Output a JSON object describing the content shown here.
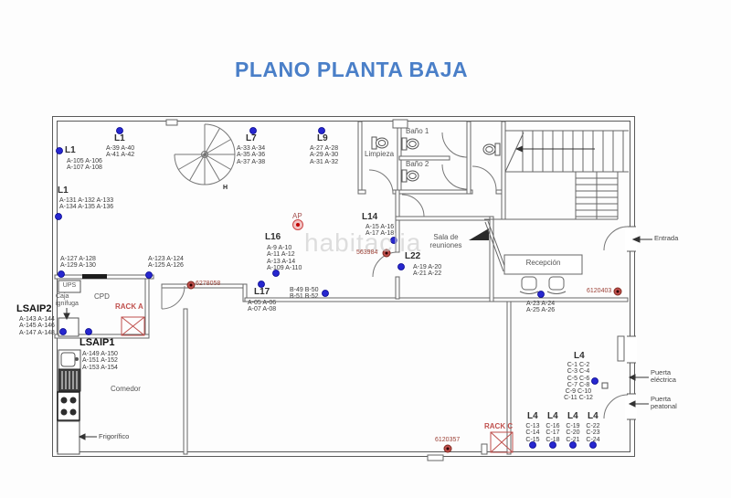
{
  "title": "PLANO PLANTA BAJA",
  "watermark": "habitaclia",
  "colors": {
    "accent": "#4a7fc8",
    "point_blue": "#2727cf",
    "marker_red": "#a03c32",
    "rack_red": "#c0504d"
  },
  "points": {
    "l1a": {
      "title": "L1",
      "lines": "A-105 A-106\nA-107 A-108"
    },
    "l1b": {
      "title": "L1",
      "lines": "A-39 A-40\nA-41 A-42"
    },
    "l1c": {
      "title": "L1",
      "lines": "A-131 A-132 A-133\nA-134 A-135 A-136"
    },
    "l7": {
      "title": "L7",
      "lines": "A-33 A-34\nA-35 A-36\nA-37 A-38"
    },
    "l9": {
      "title": "L9",
      "lines": "A-27 A-28\nA-29 A-30\nA-31 A-32"
    },
    "a127": {
      "lines": "A-127 A-128\nA-129 A-130"
    },
    "a123": {
      "lines": "A-123 A-124\nA-125 A-126"
    },
    "l16": {
      "title": "L16",
      "lines": "A-9 A-10\nA-11 A-12\nA-13 A-14\nA-109 A-110"
    },
    "l17": {
      "title": "L17",
      "lines": "A-05 A-06\nA-07 A-08"
    },
    "b49": {
      "lines": "B-49 B-50\nB-51 B-52"
    },
    "l14": {
      "title": "L14",
      "lines": "A-15 A-16\nA-17 A-18"
    },
    "l22": {
      "title": "L22",
      "lines": "A-19 A-20\nA-21 A-22"
    },
    "a23": {
      "lines": "A-23 A-24\nA-25 A-26"
    },
    "l4top": {
      "title": "L4",
      "lines": "C-1 C-2\nC-3 C-4\nC-5 C-6\nC-7 C-8\nC-9 C-10\nC-11 C-12"
    },
    "l4c1": {
      "title": "L4",
      "lines": "C-13\nC-14\nC-15"
    },
    "l4c2": {
      "title": "L4",
      "lines": "C-16\nC-17\nC-18"
    },
    "l4c3": {
      "title": "L4",
      "lines": "C-19\nC-20\nC-21"
    },
    "l4c4": {
      "title": "L4",
      "lines": "C-22\nC-23\nC-24"
    },
    "lsaip2": {
      "title": "LSAIP2",
      "lines": "A-143 A-144\nA-145 A-146\nA-147 A-148"
    },
    "lsaip1": {
      "title": "LSAIP1",
      "lines": "A-149 A-150\nA-151 A-152\nA-153 A-154"
    },
    "ap": {
      "title": "AP"
    }
  },
  "markers": {
    "m1": "6278058",
    "m2": "563984",
    "m3": "6120403",
    "m4": "6120357"
  },
  "rooms": {
    "limpieza": "Limpieza",
    "bano1": "Baño 1",
    "bano2": "Baño 2",
    "sala": "Sala de\nreuniones",
    "recepcion": "Recepción",
    "cpd": "CPD",
    "comedor": "Comedor",
    "ups": "UPS",
    "caja": "Caja\nignífuga",
    "rack_a": "RACK A",
    "rack_c": "RACK C"
  },
  "annotations": {
    "entrada": "Entrada",
    "frigorifico": "Frigorífico",
    "puerta_electrica": "Puerta\neléctrica",
    "puerta_peatonal": "Puerta\npeatonal"
  },
  "misc": {
    "h_mark": "H"
  }
}
